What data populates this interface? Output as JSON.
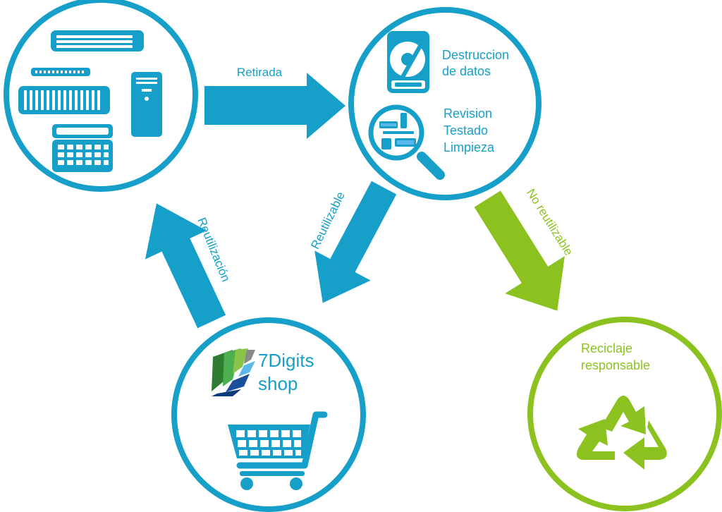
{
  "colors": {
    "blue": "#169fc8",
    "green": "#8cc21f",
    "logo_dark_green": "#2e7d32",
    "logo_light_green": "#8bc34a",
    "logo_dark_blue": "#1a4f9c",
    "logo_light_blue": "#5bb8e8",
    "logo_gray": "#8a8a8a"
  },
  "nodes": {
    "equipment": {
      "icons": [
        "server-rack-icon",
        "desktop-tower-icon",
        "keyboard-icon"
      ]
    },
    "processing": {
      "line1": "Destruccion",
      "line2": "de datos",
      "line3": "Revision",
      "line4": "Testado",
      "line5": "Limpieza",
      "icons": [
        "hard-drive-icon",
        "magnifier-icon"
      ]
    },
    "shop": {
      "brand_line1": "7Digits",
      "brand_line2": "shop",
      "icons": [
        "shop-logo-icon",
        "shopping-cart-icon"
      ]
    },
    "recycling": {
      "line1": "Reciclaje",
      "line2": "responsable",
      "icons": [
        "recycle-icon"
      ]
    }
  },
  "edges": {
    "retirada": "Retirada",
    "reutilizable": "Reutilizable",
    "no_reutilizable": "No reutilizable",
    "reutilizacion": "Reutilización"
  }
}
